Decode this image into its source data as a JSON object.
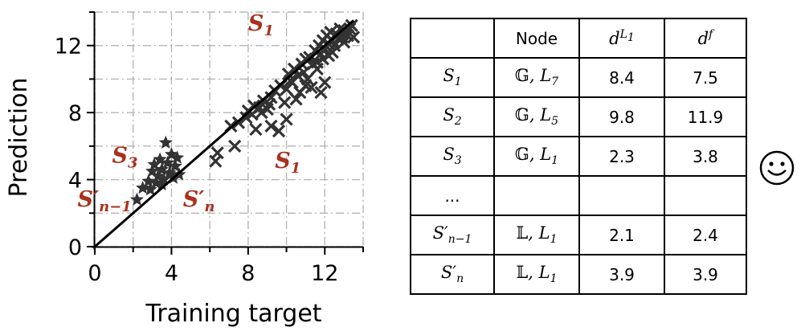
{
  "chart_data": {
    "type": "scatter",
    "xlabel": "Training target",
    "ylabel": "Prediction",
    "xlim": [
      0,
      14
    ],
    "ylim": [
      0,
      14
    ],
    "xticks": [
      0,
      4,
      8,
      12
    ],
    "yticks": [
      0,
      4,
      8,
      12
    ],
    "grid": true,
    "diagonal_line": [
      [
        0,
        0
      ],
      [
        13.5,
        13.5
      ]
    ],
    "series": [
      {
        "marker": "x",
        "points": [
          [
            6.3,
            5.1
          ],
          [
            6.4,
            5.6
          ],
          [
            7.3,
            6.0
          ],
          [
            7.1,
            7.2
          ],
          [
            7.5,
            7.4
          ],
          [
            7.9,
            7.7
          ],
          [
            8.0,
            8.1
          ],
          [
            8.2,
            7.9
          ],
          [
            8.3,
            8.4
          ],
          [
            8.6,
            8.3
          ],
          [
            8.8,
            8.7
          ],
          [
            9.0,
            8.2
          ],
          [
            9.2,
            8.9
          ],
          [
            9.4,
            9.3
          ],
          [
            9.6,
            6.9
          ],
          [
            9.2,
            7.2
          ],
          [
            8.4,
            7.0
          ],
          [
            10.0,
            7.6
          ],
          [
            10.0,
            9.4
          ],
          [
            10.1,
            10.3
          ],
          [
            10.3,
            9.8
          ],
          [
            10.4,
            10.6
          ],
          [
            10.6,
            10.2
          ],
          [
            10.8,
            10.9
          ],
          [
            10.9,
            10.4
          ],
          [
            11.0,
            11.2
          ],
          [
            11.1,
            10.0
          ],
          [
            11.2,
            11.3
          ],
          [
            11.4,
            10.9
          ],
          [
            11.5,
            11.7
          ],
          [
            11.6,
            11.0
          ],
          [
            11.7,
            12.0
          ],
          [
            11.8,
            11.5
          ],
          [
            11.9,
            12.3
          ],
          [
            12.0,
            11.8
          ],
          [
            12.1,
            12.6
          ],
          [
            12.2,
            12.1
          ],
          [
            12.3,
            12.8
          ],
          [
            12.4,
            12.3
          ],
          [
            12.5,
            12.0
          ],
          [
            12.6,
            12.7
          ],
          [
            12.8,
            13.0
          ],
          [
            12.9,
            12.5
          ],
          [
            13.0,
            12.9
          ],
          [
            13.1,
            12.7
          ],
          [
            13.3,
            13.0
          ],
          [
            13.5,
            12.5
          ],
          [
            13.4,
            13.2
          ],
          [
            11.0,
            9.6
          ],
          [
            12.0,
            9.8
          ],
          [
            11.8,
            9.2
          ],
          [
            10.5,
            8.8
          ],
          [
            11.3,
            9.5
          ],
          [
            10.7,
            9.2
          ],
          [
            9.9,
            8.6
          ],
          [
            9.1,
            8.5
          ],
          [
            8.7,
            8.0
          ],
          [
            12.7,
            12.4
          ],
          [
            12.2,
            11.4
          ],
          [
            11.6,
            10.6
          ],
          [
            10.2,
            9.9
          ],
          [
            9.7,
            9.6
          ],
          [
            11.9,
            11.2
          ],
          [
            12.4,
            11.6
          ],
          [
            13.0,
            12.2
          ],
          [
            13.2,
            12.6
          ]
        ]
      },
      {
        "marker": "star",
        "points": [
          [
            2.2,
            2.8
          ],
          [
            2.5,
            3.5
          ],
          [
            2.9,
            3.4
          ],
          [
            3.0,
            4.5
          ],
          [
            3.1,
            4.9
          ],
          [
            3.3,
            4.2
          ],
          [
            3.4,
            5.2
          ],
          [
            3.5,
            4.6
          ],
          [
            3.6,
            4.0
          ],
          [
            3.7,
            6.2
          ],
          [
            3.8,
            5.0
          ],
          [
            3.9,
            4.4
          ],
          [
            4.0,
            5.5
          ],
          [
            4.1,
            4.1
          ],
          [
            4.2,
            4.8
          ],
          [
            4.3,
            5.3
          ],
          [
            3.2,
            3.8
          ],
          [
            4.4,
            4.3
          ],
          [
            3.5,
            3.7
          ],
          [
            2.8,
            3.9
          ]
        ]
      }
    ],
    "annotations": [
      {
        "text": "S",
        "sub": "1",
        "x": 8.0,
        "y": 12.9
      },
      {
        "text": "S",
        "sub": "1",
        "x": 9.4,
        "y": 4.7
      },
      {
        "text": "S",
        "sub": "3",
        "x": 0.9,
        "y": 5.0
      },
      {
        "text": "S′",
        "sub": "n−1",
        "x": -0.9,
        "y": 2.4
      },
      {
        "text": "S′",
        "sub": "n",
        "x": 4.6,
        "y": 2.4
      }
    ]
  },
  "table": {
    "header": [
      "",
      "Node",
      "d^{L1}",
      "d^f"
    ],
    "header_cells": {
      "col1": "Node",
      "col2_base": "d",
      "col2_sup": "L",
      "col2_sup_sub": "1",
      "col3_base": "d",
      "col3_sup": "f"
    },
    "rows": [
      {
        "base": "S",
        "prime": "",
        "sub": "1",
        "node_set": "𝔾",
        "node_level_base": "L",
        "node_level_sub": "7",
        "dl1": "8.4",
        "df": "7.5"
      },
      {
        "base": "S",
        "prime": "",
        "sub": "2",
        "node_set": "𝔾",
        "node_level_base": "L",
        "node_level_sub": "5",
        "dl1": "9.8",
        "df": "11.9"
      },
      {
        "base": "S",
        "prime": "",
        "sub": "3",
        "node_set": "𝔾",
        "node_level_base": "L",
        "node_level_sub": "1",
        "dl1": "2.3",
        "df": "3.8"
      },
      {
        "ellipsis": "..."
      },
      {
        "base": "S",
        "prime": "′",
        "sub": "n−1",
        "node_set": "𝕃",
        "node_level_base": "L",
        "node_level_sub": "1",
        "dl1": "2.1",
        "df": "2.4"
      },
      {
        "base": "S",
        "prime": "′",
        "sub": "n",
        "node_set": "𝕃",
        "node_level_base": "L",
        "node_level_sub": "1",
        "dl1": "3.9",
        "df": "3.9"
      }
    ]
  },
  "side_icon": "smiley-face-icon"
}
